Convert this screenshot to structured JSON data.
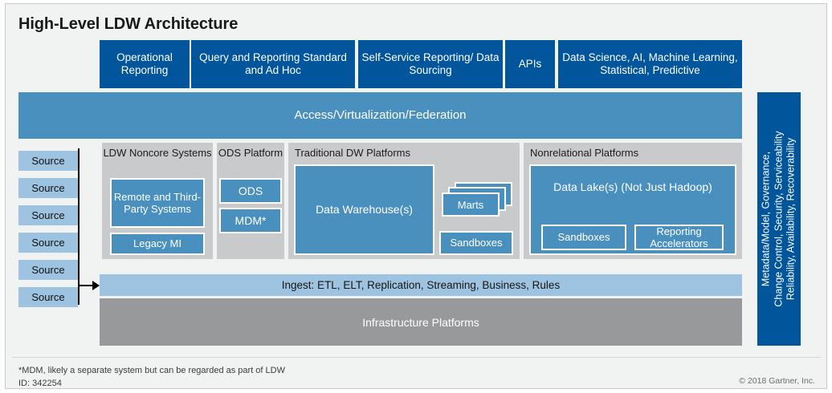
{
  "title": "High-Level LDW Architecture",
  "consumption_layer": [
    {
      "label": "Operational Reporting"
    },
    {
      "label": "Query and Reporting Standard and Ad Hoc"
    },
    {
      "label": "Self-Service Reporting/ Data Sourcing"
    },
    {
      "label": "APIs"
    },
    {
      "label": "Data Science, AI, Machine Learning, Statistical, Predictive"
    }
  ],
  "access_bar": {
    "label": "Access/Virtualization/Federation"
  },
  "sources": {
    "items": [
      {
        "label": "Source"
      },
      {
        "label": "Source"
      },
      {
        "label": "Source"
      },
      {
        "label": "Source"
      },
      {
        "label": "Source"
      },
      {
        "label": "Source"
      }
    ]
  },
  "platforms": {
    "ldw_noncore": {
      "title": "LDW Noncore Systems",
      "boxes": [
        {
          "label": "Remote and Third-Party Systems"
        },
        {
          "label": "Legacy MI"
        }
      ]
    },
    "ods_platform": {
      "title": "ODS Platform",
      "boxes": [
        {
          "label": "ODS"
        },
        {
          "label": "MDM*"
        }
      ]
    },
    "traditional_dw": {
      "title": "Traditional DW Platforms",
      "warehouse": {
        "label": "Data Warehouse(s)"
      },
      "marts": {
        "label": "Marts"
      },
      "sandboxes": {
        "label": "Sandboxes"
      }
    },
    "nonrelational": {
      "title": "Nonrelational Platforms",
      "lake": {
        "label": "Data Lake(s) (Not Just Hadoop)"
      },
      "boxes": [
        {
          "label": "Sandboxes"
        },
        {
          "label": "Reporting Accelerators"
        }
      ]
    }
  },
  "ingest_bar": {
    "label": "Ingest: ETL, ELT, Replication, Streaming, Business, Rules"
  },
  "infrastructure_bar": {
    "label": "Infrastructure Platforms"
  },
  "governance_bar": {
    "line1": "Metadata/Model, Governance,",
    "line2": "Change Control, Security, Serviceability",
    "line3": "Reliability, Availability, Recoverability"
  },
  "footer": {
    "note": "*MDM, likely a separate system but can be regarded as part of LDW",
    "id": "ID: 342254",
    "copyright": "© 2018 Gartner, Inc."
  },
  "colors": {
    "dark_blue": "#00559b",
    "medium_blue": "#4a90bf",
    "light_blue": "#9dc3e0",
    "gray_panel": "#c9cacb",
    "dark_gray": "#97999b",
    "card_bg": "#f1f2f2"
  }
}
